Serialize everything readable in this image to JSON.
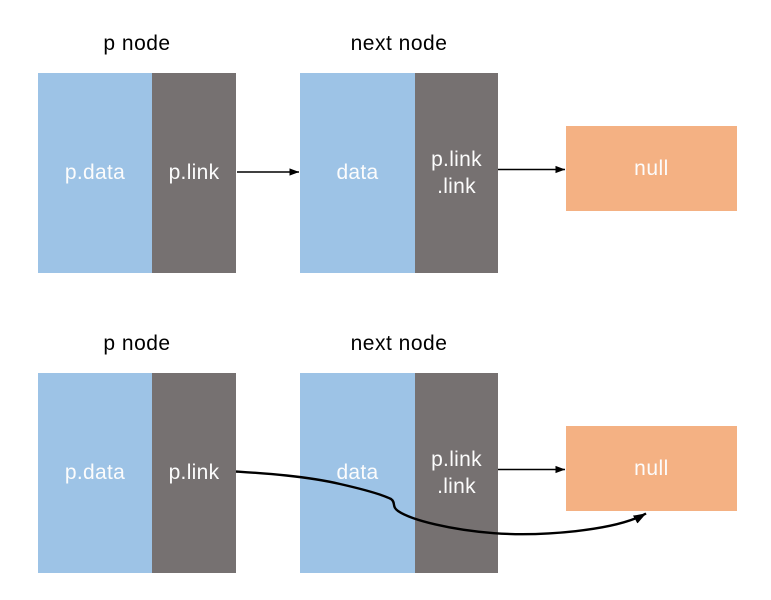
{
  "colors": {
    "data_cell": "#9DC3E6",
    "link_cell": "#767171",
    "null_box": "#F4B183",
    "cell_text": "#FCFCFC",
    "title_text": "#000000",
    "arrow": "#000000"
  },
  "rows": [
    {
      "p_node": {
        "title": "p node",
        "data_label": "p.data",
        "link_label": "p.link"
      },
      "next_node": {
        "title": "next node",
        "data_label": "data",
        "link_label_line1": "p.link",
        "link_label_line2": ".link"
      },
      "null_label": "null"
    },
    {
      "p_node": {
        "title": "p node",
        "data_label": "p.data",
        "link_label": "p.link"
      },
      "next_node": {
        "title": "next node",
        "data_label": "data",
        "link_label_line1": "p.link",
        "link_label_line2": ".link"
      },
      "null_label": "null"
    }
  ]
}
